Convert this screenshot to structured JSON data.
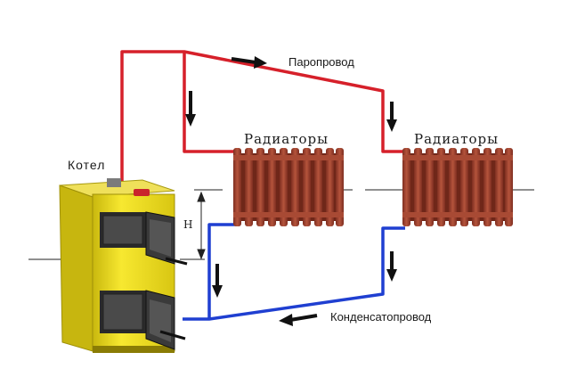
{
  "labels": {
    "steam_pipe": "Паропровод",
    "condensate_pipe": "Конденсатопровод",
    "radiators_left": "Радиаторы",
    "radiators_right": "Радиаторы",
    "boiler": "Котел",
    "height": "H"
  },
  "colors": {
    "steam": "#d6202a",
    "condensate": "#1f3fd1",
    "boiler": "#f3e21a",
    "boiler_dark": "#b9a90a",
    "radiator": "#9a3c2a",
    "radiator_light": "#c0624a",
    "arrow": "#111111"
  },
  "icons": [
    "boiler-icon",
    "radiator-icon",
    "flow-arrow-icon"
  ]
}
